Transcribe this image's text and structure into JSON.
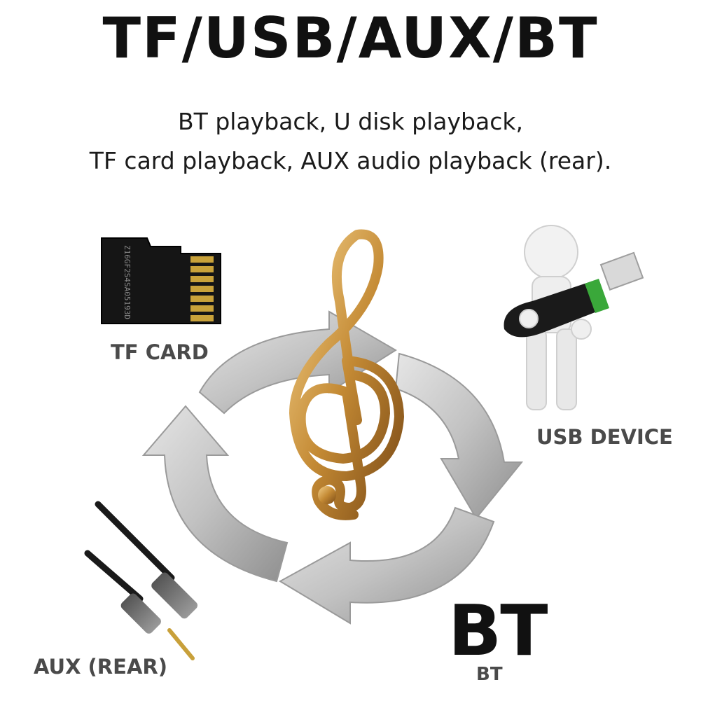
{
  "header": {
    "title": "TF/USB/AUX/BT",
    "subtitle_line1": "BT playback, U disk playback,",
    "subtitle_line2": "TF card playback, AUX audio playback (rear)."
  },
  "sources": {
    "tf_label": "TF CARD",
    "usb_label": "USB DEVICE",
    "aux_label": "AUX (REAR)",
    "bt_logo": "BT",
    "bt_label": "BT"
  },
  "tf_card_print": "Z16GF2S4SA05193D",
  "icons": [
    "tf-card-icon",
    "usb-figure-icon",
    "aux-cable-icon",
    "treble-clef-icon",
    "cycle-arrows-icon"
  ],
  "colors": {
    "gold": "#c8953a",
    "arrow_gray": "#bdbdbd",
    "usb_green": "#3aa83a"
  }
}
